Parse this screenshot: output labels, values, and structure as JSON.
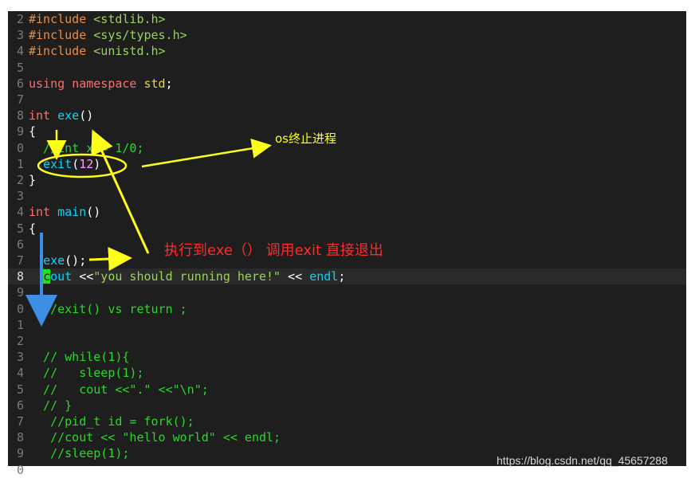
{
  "editor": {
    "lines": [
      {
        "no": "2",
        "segs": [
          [
            "#include",
            "pp"
          ],
          [
            " ",
            "plain"
          ],
          [
            "<stdlib.h>",
            "str"
          ]
        ]
      },
      {
        "no": "3",
        "segs": [
          [
            "#include",
            "pp"
          ],
          [
            " ",
            "plain"
          ],
          [
            "<sys/types.h>",
            "str"
          ]
        ]
      },
      {
        "no": "4",
        "segs": [
          [
            "#include",
            "pp"
          ],
          [
            " ",
            "plain"
          ],
          [
            "<unistd.h>",
            "str"
          ]
        ]
      },
      {
        "no": "5",
        "segs": []
      },
      {
        "no": "6",
        "segs": [
          [
            "using",
            "kw"
          ],
          [
            " ",
            "plain"
          ],
          [
            "namespace",
            "kw"
          ],
          [
            " ",
            "plain"
          ],
          [
            "std",
            "ns"
          ],
          [
            ";",
            "plain"
          ]
        ]
      },
      {
        "no": "7",
        "segs": []
      },
      {
        "no": "8",
        "segs": [
          [
            "int",
            "type"
          ],
          [
            " ",
            "plain"
          ],
          [
            "exe",
            "fn"
          ],
          [
            "()",
            "plain"
          ]
        ]
      },
      {
        "no": "9",
        "segs": [
          [
            "{",
            "plain"
          ]
        ]
      },
      {
        "no": "0",
        "segs": [
          [
            "  //int x = 1/0;",
            "com"
          ]
        ]
      },
      {
        "no": "1",
        "segs": [
          [
            "  ",
            "plain"
          ],
          [
            "exit",
            "fn"
          ],
          [
            "(",
            "plain"
          ],
          [
            "12",
            "num"
          ],
          [
            ")",
            "plain"
          ]
        ]
      },
      {
        "no": "2",
        "segs": [
          [
            "}",
            "plain"
          ]
        ]
      },
      {
        "no": "3",
        "segs": []
      },
      {
        "no": "4",
        "segs": [
          [
            "int",
            "type"
          ],
          [
            " ",
            "plain"
          ],
          [
            "main",
            "fn"
          ],
          [
            "()",
            "plain"
          ]
        ]
      },
      {
        "no": "5",
        "segs": [
          [
            "{",
            "plain"
          ]
        ]
      },
      {
        "no": "6",
        "segs": []
      },
      {
        "no": "7",
        "segs": [
          [
            "  ",
            "plain"
          ],
          [
            "exe",
            "fn"
          ],
          [
            "();",
            "plain"
          ]
        ]
      },
      {
        "no": "8",
        "segs": [
          [
            "  ",
            "plain"
          ],
          [
            "c",
            "cursor"
          ],
          [
            "out",
            "fn"
          ],
          [
            " <<",
            "plain"
          ],
          [
            "\"you should running here!\"",
            "str"
          ],
          [
            " << ",
            "plain"
          ],
          [
            "endl",
            "endl"
          ],
          [
            ";",
            "plain"
          ]
        ],
        "current": true
      },
      {
        "no": "9",
        "segs": []
      },
      {
        "no": "0",
        "segs": [
          [
            "  //exit() vs return ;",
            "com"
          ]
        ]
      },
      {
        "no": "1",
        "segs": []
      },
      {
        "no": "2",
        "segs": []
      },
      {
        "no": "3",
        "segs": [
          [
            "  // while(1){",
            "com"
          ]
        ]
      },
      {
        "no": "4",
        "segs": [
          [
            "  //   sleep(1);",
            "com"
          ]
        ]
      },
      {
        "no": "5",
        "segs": [
          [
            "  //   cout <<\".\" <<\"\\n\";",
            "com"
          ]
        ]
      },
      {
        "no": "6",
        "segs": [
          [
            "  // }",
            "com"
          ]
        ]
      },
      {
        "no": "7",
        "segs": [
          [
            "   //pid_t id = fork();",
            "com"
          ]
        ]
      },
      {
        "no": "8",
        "segs": [
          [
            "   //cout << \"hello world\" << endl;",
            "com"
          ]
        ]
      },
      {
        "no": "9",
        "segs": [
          [
            "   //sleep(1);",
            "com"
          ]
        ]
      },
      {
        "no": "0",
        "segs": []
      }
    ]
  },
  "annotations": {
    "os_terminate": "os终止进程",
    "exec_note": "执行到exe（）  调用exit 直接退出"
  },
  "watermark": "https://blog.csdn.net/qq_45657288",
  "colors": {
    "arrow_yellow": "#ffff1a",
    "arrow_blue": "#3d8fe6",
    "note_red": "#ff2a2a",
    "note_yellow": "#ffff1a"
  }
}
